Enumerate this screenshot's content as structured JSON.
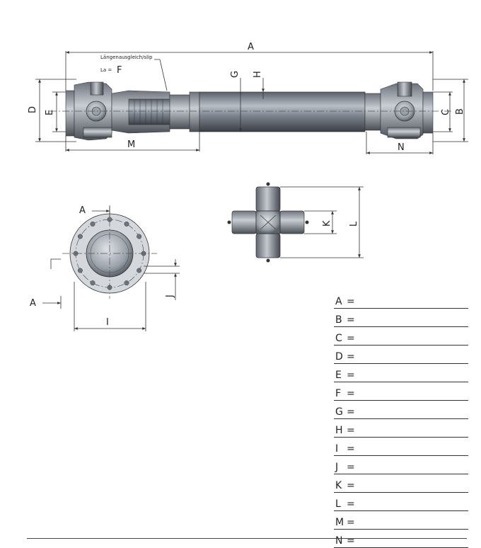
{
  "top_view": {
    "slip_label": "Längenausgleich/slip",
    "la_label": "La =",
    "dims": {
      "A": "A",
      "B": "B",
      "C": "C",
      "D": "D",
      "E": "E",
      "F": "F",
      "G": "G",
      "H": "H",
      "M": "M",
      "N": "N"
    }
  },
  "flange_view": {
    "dims": {
      "A_top": "A",
      "A_left": "A",
      "I": "I",
      "J": "J"
    }
  },
  "cross_view": {
    "dims": {
      "K": "K",
      "L": "L"
    }
  },
  "form": {
    "rows": [
      {
        "letter": "A",
        "eq": "="
      },
      {
        "letter": "B",
        "eq": "="
      },
      {
        "letter": "C",
        "eq": "="
      },
      {
        "letter": "D",
        "eq": "="
      },
      {
        "letter": "E",
        "eq": "="
      },
      {
        "letter": "F",
        "eq": "="
      },
      {
        "letter": "G",
        "eq": "="
      },
      {
        "letter": "H",
        "eq": "="
      },
      {
        "letter": "I",
        "eq": "="
      },
      {
        "letter": "J",
        "eq": "="
      },
      {
        "letter": "K",
        "eq": "="
      },
      {
        "letter": "L",
        "eq": "="
      },
      {
        "letter": "M",
        "eq": "="
      },
      {
        "letter": "N",
        "eq": "="
      }
    ]
  }
}
